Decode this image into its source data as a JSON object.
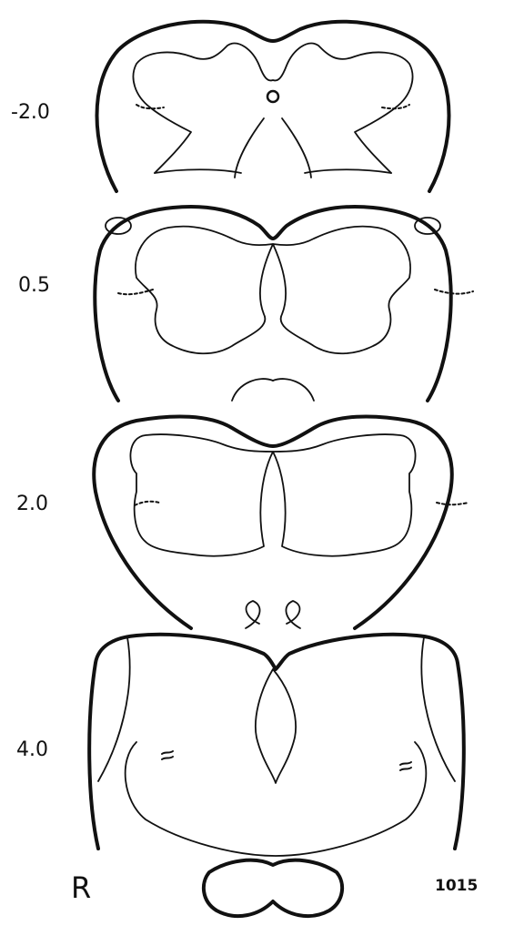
{
  "sections": [
    {
      "level": "-2.0"
    },
    {
      "level": "0.5"
    },
    {
      "level": "2.0"
    },
    {
      "level": "4.0"
    }
  ],
  "side_label": "R",
  "figure_number": "1015"
}
